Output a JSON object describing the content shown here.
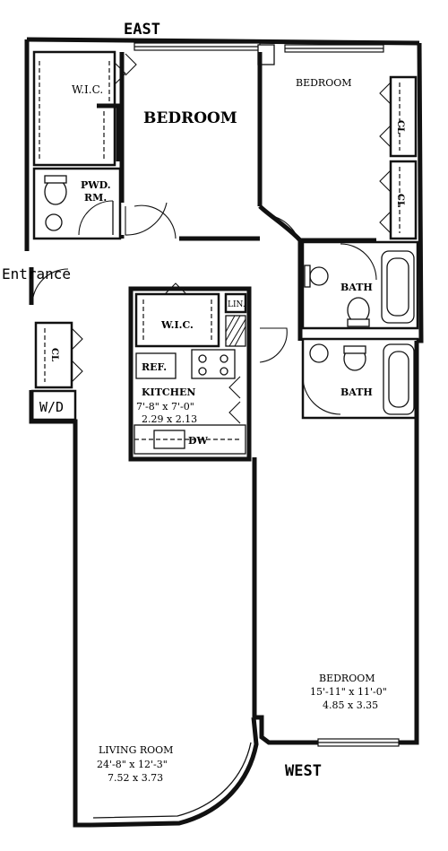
{
  "compass": {
    "east": "EAST",
    "west": "WEST"
  },
  "labels": {
    "entrance": "Entrance",
    "wd": "W/D",
    "wic_top": "W.I.C.",
    "wic_kitchen": "W.I.C.",
    "pwd_rm_line1": "PWD.",
    "pwd_rm_line2": "RM.",
    "lin": "LIN.",
    "ref": "REF.",
    "dw": "DW",
    "cl_left": "CL",
    "cl_right_1": "CL",
    "cl_right_2": "CL"
  },
  "rooms": {
    "bedroom_main": {
      "name": "BEDROOM"
    },
    "bedroom_ne": {
      "name": "BEDROOM"
    },
    "bath_1": {
      "name": "BATH"
    },
    "bath_2": {
      "name": "BATH"
    },
    "kitchen": {
      "name": "KITCHEN",
      "dims_imperial": "7'-8\" x 7'-0\"",
      "dims_metric": "2.29 x 2.13"
    },
    "bedroom_w": {
      "name": "BEDROOM",
      "dims_imperial": "15'-11\" x 11'-0\"",
      "dims_metric": "4.85 x 3.35"
    },
    "living_room": {
      "name": "LIVING ROOM",
      "dims_imperial": "24'-8\" x 12'-3\"",
      "dims_metric": "7.52 x 3.73"
    }
  }
}
